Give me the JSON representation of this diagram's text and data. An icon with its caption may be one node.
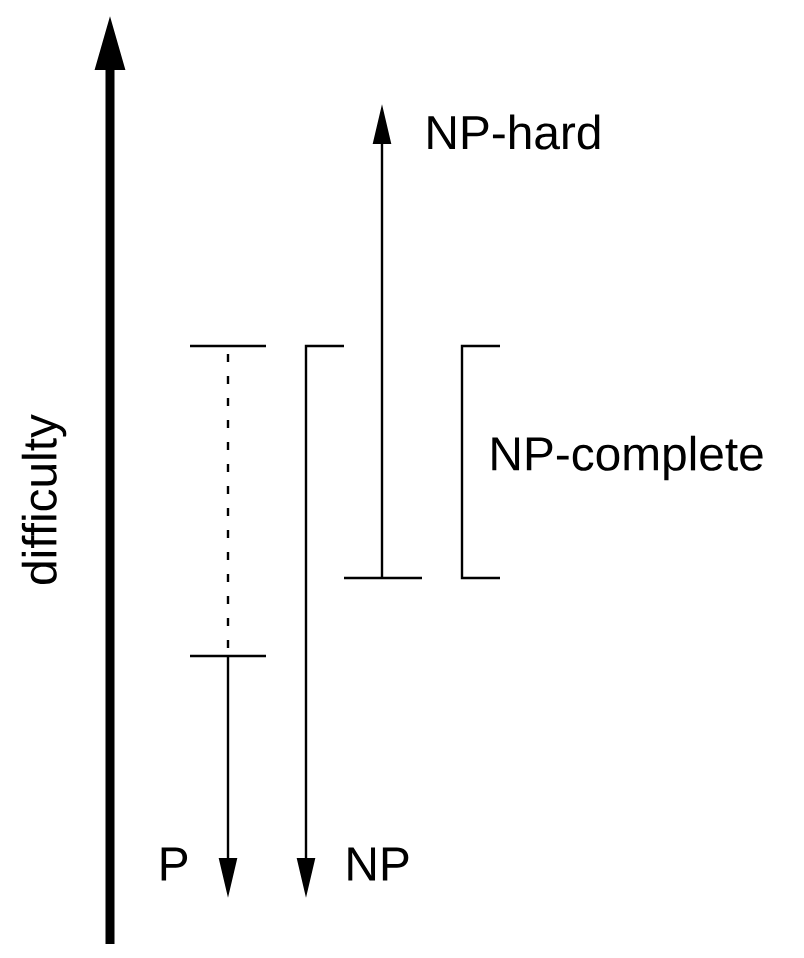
{
  "diagram": {
    "labels": [
      "NP-hard",
      "difficulty",
      "NP-complete",
      "P",
      "NP"
    ]
  }
}
